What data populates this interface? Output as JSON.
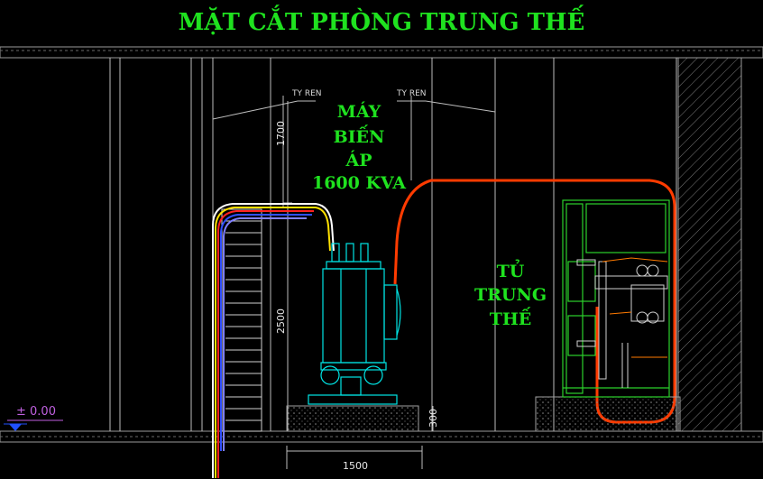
{
  "title": "MẶT CẮT PHÒNG TRUNG THẾ",
  "transformer_label": [
    "MÁY",
    "BIẾN",
    "ÁP",
    "1600 KVA"
  ],
  "switchgear_label": [
    "TỦ",
    "TRUNG",
    "THẾ"
  ],
  "annotations": {
    "ty_ren_left": "TY REN",
    "ty_ren_right": "TY REN",
    "dim_1700": "1700",
    "dim_2500": "2500",
    "dim_300": "300",
    "dim_1500": "1500",
    "elevation": "± 0.00"
  },
  "colors": {
    "text_green": "#1fe21f",
    "cable_orange": "#ff3b00",
    "equipment_cyan": "#00e5e5",
    "cabinet_green": "#2bd12b"
  }
}
